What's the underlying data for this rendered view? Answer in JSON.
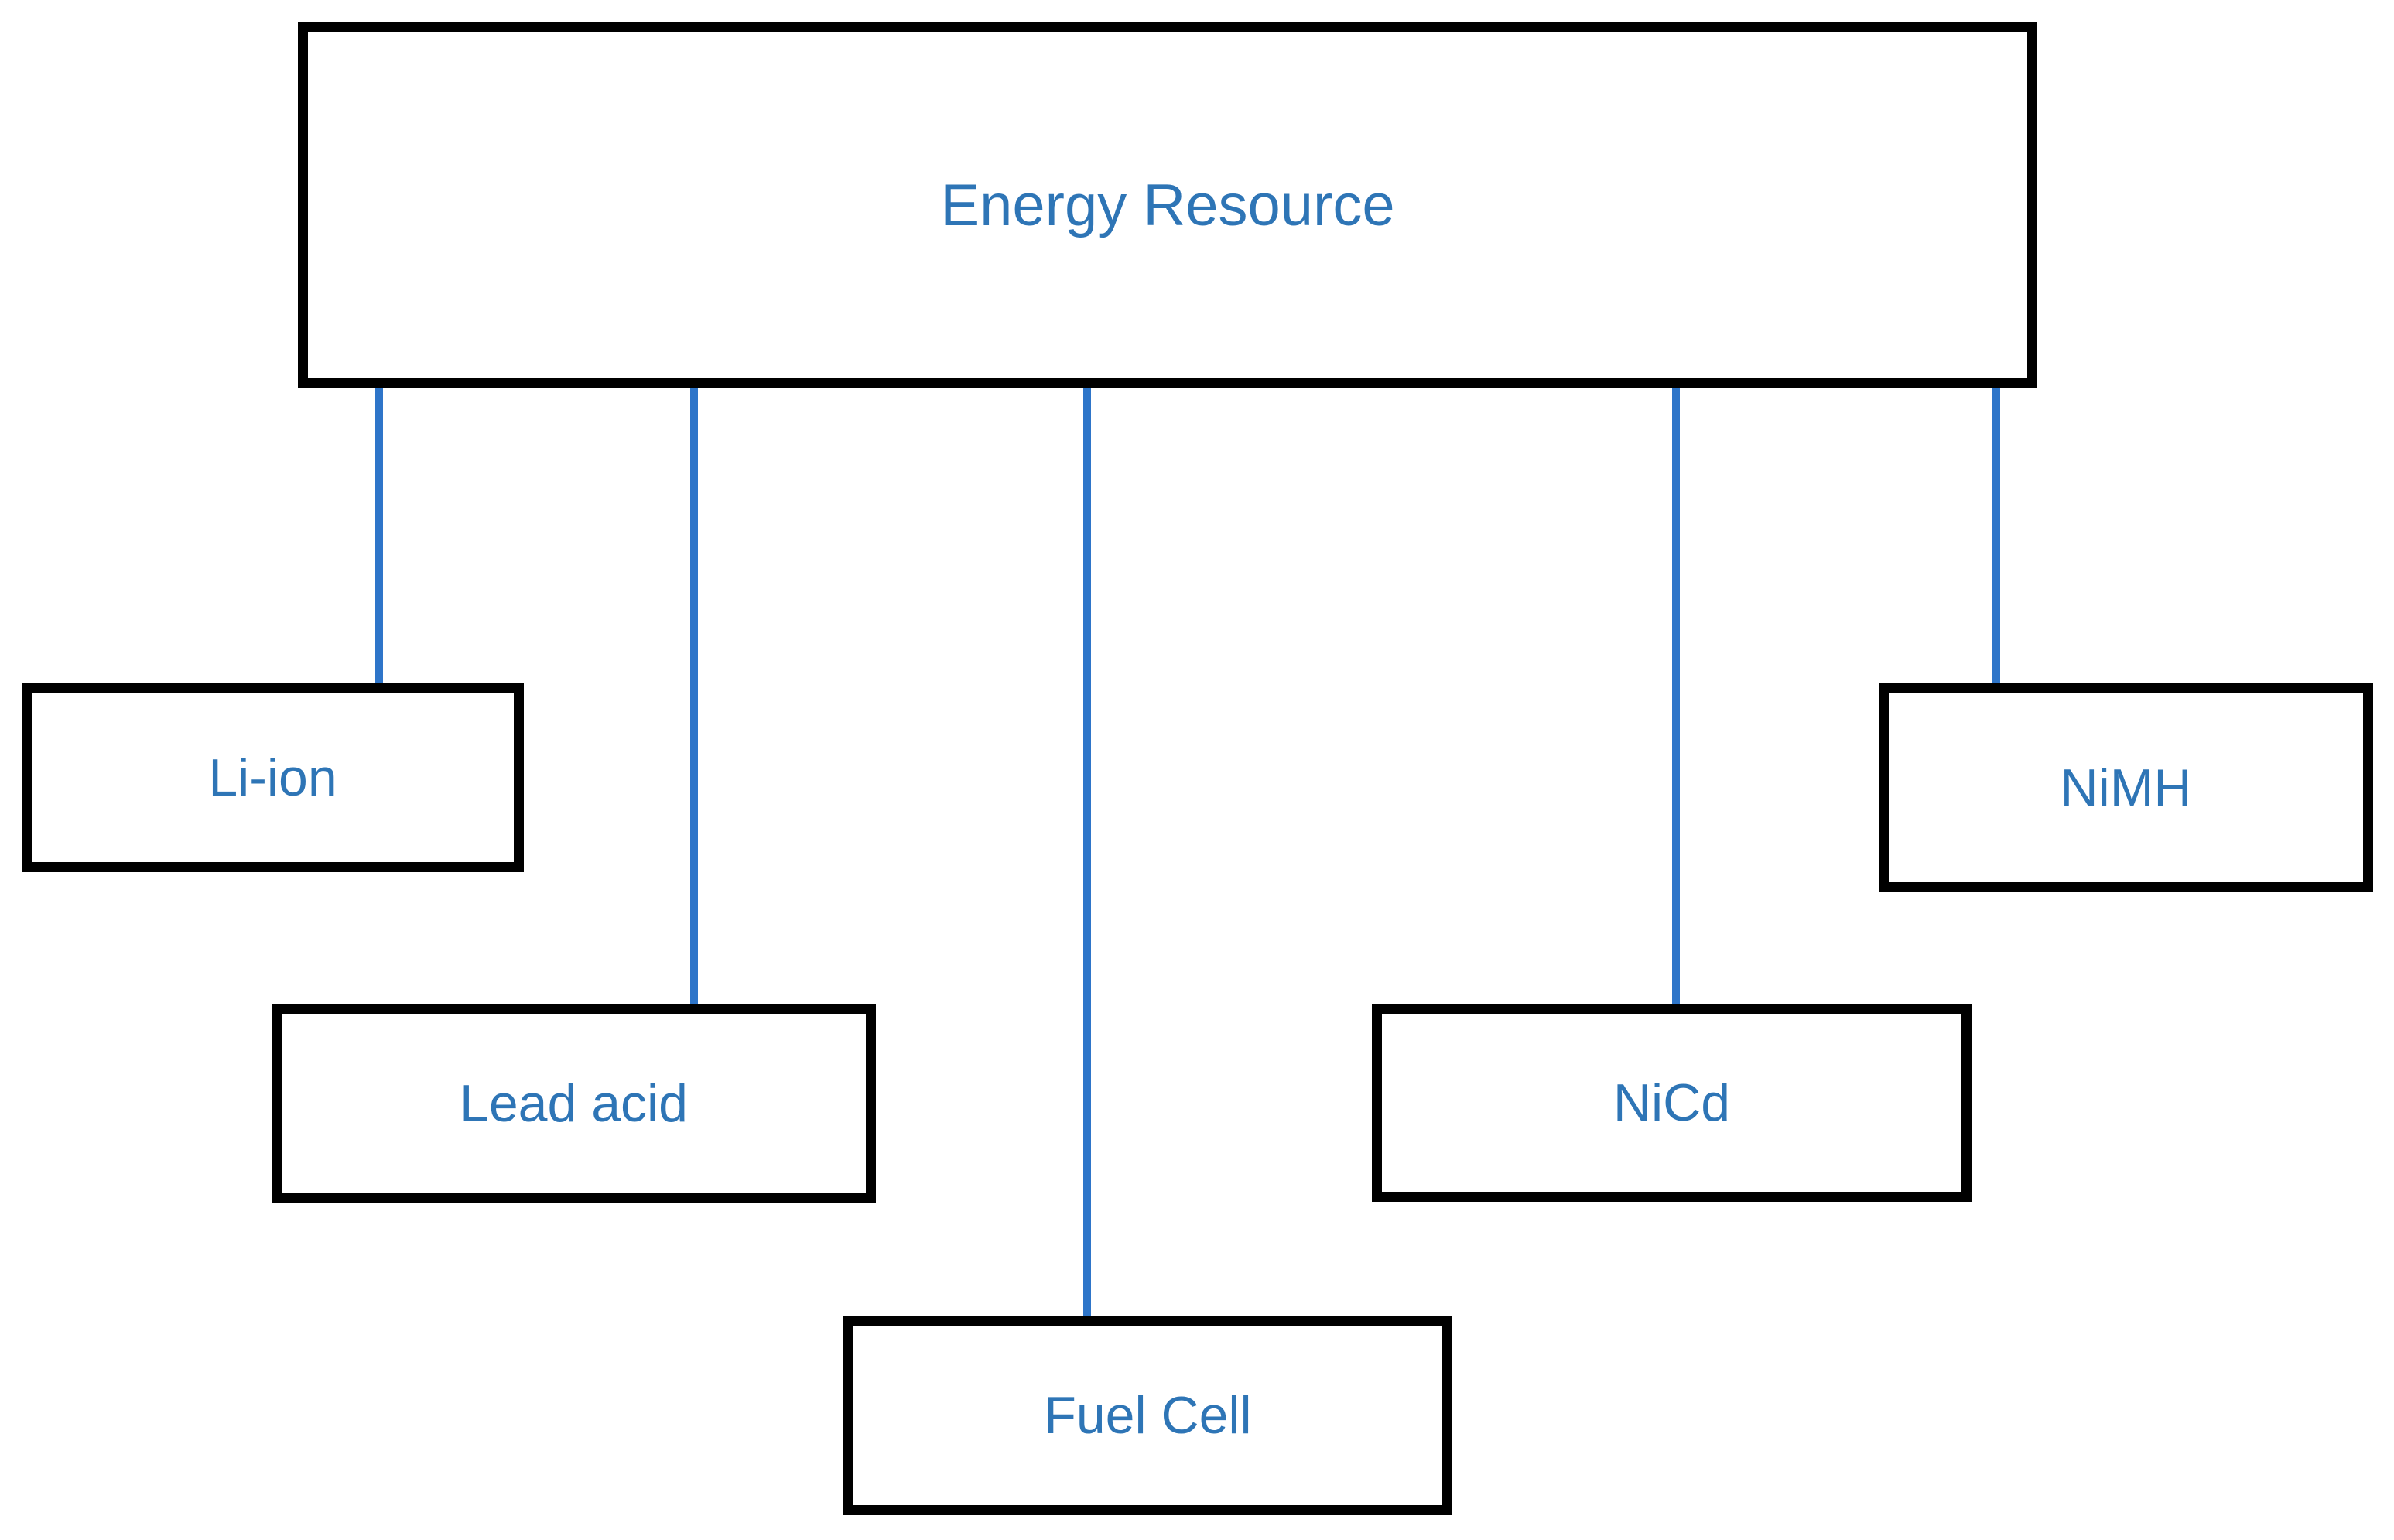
{
  "diagram": {
    "root_node": {
      "label": "Energy Resource"
    },
    "child_nodes": [
      {
        "label": "Li-ion"
      },
      {
        "label": "Lead acid"
      },
      {
        "label": "Fuel Cell"
      },
      {
        "label": "NiCd"
      },
      {
        "label": "NiMH"
      }
    ],
    "connections": [
      {
        "from": "Energy Resource",
        "to": "Li-ion"
      },
      {
        "from": "Energy Resource",
        "to": "Lead acid"
      },
      {
        "from": "Energy Resource",
        "to": "Fuel Cell"
      },
      {
        "from": "Energy Resource",
        "to": "NiCd"
      },
      {
        "from": "Energy Resource",
        "to": "NiMH"
      }
    ],
    "colors": {
      "node_text": "#2E75B6",
      "connector": "#2E75C9",
      "node_border": "#000000",
      "background": "#FFFFFF"
    }
  }
}
